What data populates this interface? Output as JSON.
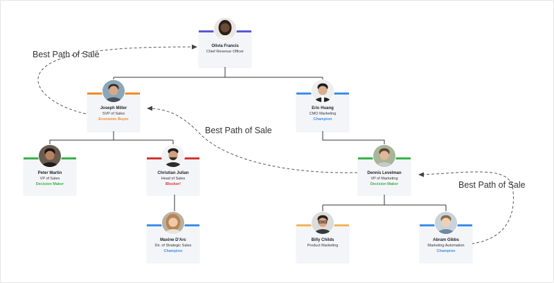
{
  "colors": {
    "purple": "#5b57d6",
    "orange": "#f08a24",
    "blue": "#3d8ee8",
    "green": "#37b34a",
    "red": "#d83232",
    "peach": "#f2b45c"
  },
  "path_labels": [
    "Best Path of Sale",
    "Best Path of Sale",
    "Best Path of Sale"
  ],
  "people": {
    "olivia": {
      "name": "Olivia Francis",
      "title": "Chief Revenue Officer",
      "role": ""
    },
    "joseph": {
      "name": "Joseph Miller",
      "title": "SVP of Sales",
      "role": "Economic Buyer"
    },
    "eric": {
      "name": "Eric Huang",
      "title": "CMO Marketing",
      "role": "Champion"
    },
    "peter": {
      "name": "Peter Martin",
      "title": "VP of Sales",
      "role": "Decision Maker"
    },
    "christian": {
      "name": "Christian Julian",
      "title": "Head of Sales",
      "role": "Blocker!"
    },
    "dennis": {
      "name": "Dennis Levelman",
      "title": "VP of Marketing",
      "role": "Decision Maker"
    },
    "maxine": {
      "name": "Maxine D'Arc",
      "title": "Dir. of Strategic Sales",
      "role": "Champion"
    },
    "billy": {
      "name": "Billy Childs",
      "title": "Product Marketing",
      "role": ""
    },
    "abram": {
      "name": "Abram Gibbs",
      "title": "Marketing Automation",
      "role": "Champion"
    }
  }
}
